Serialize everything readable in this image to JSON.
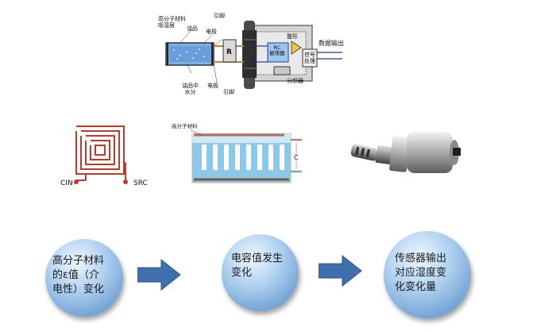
{
  "top_diagram": {
    "label_polymer": "高分子材料\n吸湿层",
    "label_oil": "油品",
    "label_electrode_top": "电极",
    "label_pin_top": "引脚",
    "label_oil_water": "油品中\n水分",
    "label_electrode_bottom": "电极",
    "label_pin_bottom": "引脚",
    "label_r": "R",
    "label_rc": "RC\n振荡器",
    "label_shaping": "整形",
    "label_signal_proc": "信号\n处理",
    "label_freq_div": "分频器",
    "label_data_out": "数据输出"
  },
  "coil": {
    "label_cin": "CIN",
    "label_src": "SRC"
  },
  "capacitor": {
    "label_polymer": "高分子材料",
    "label_c": "C"
  },
  "flow": {
    "step1": "高分子材料\n的ε值（介\n电性）变化",
    "step2": "电容值发生\n变化",
    "step3": "传感器输出\n对应湿度变\n化变化量",
    "accent_color": "#3f6fae"
  }
}
